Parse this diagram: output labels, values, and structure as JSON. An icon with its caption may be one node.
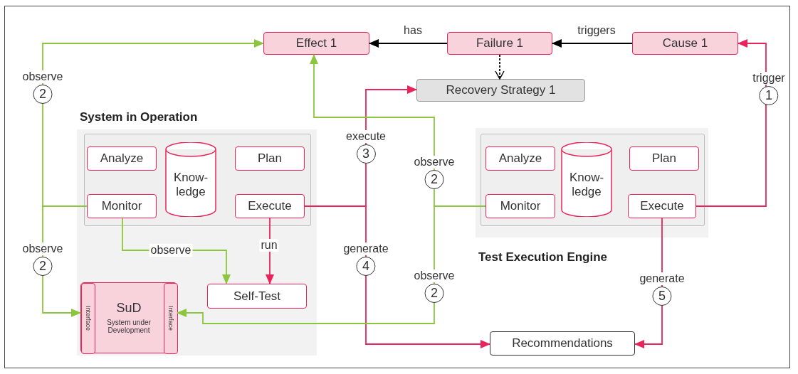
{
  "diagram": {
    "nodes": [
      {
        "text": [
          "Effect 1"
        ]
      },
      {
        "text": [
          "Failure 1"
        ]
      },
      {
        "text": [
          "Cause 1"
        ]
      },
      {
        "text": [
          "Recovery Strategy 1"
        ]
      },
      {
        "text": [
          "System in Operation"
        ]
      },
      {
        "text": [
          "Analyze"
        ],
        "in": 4
      },
      {
        "text": [
          "Know- ledge"
        ],
        "in": 4
      },
      {
        "text": [
          "Plan"
        ],
        "in": 4
      },
      {
        "text": [
          "Monitor"
        ],
        "in": 4
      },
      {
        "text": [
          "Execute"
        ],
        "in": 4
      },
      {
        "text": [
          "Self-Test"
        ],
        "in": 4
      },
      {
        "text": [
          "SuD",
          "System under Development"
        ],
        "in": 4
      },
      {
        "text": [
          "Interface"
        ],
        "in": 11
      },
      {
        "text": [
          "Interface"
        ],
        "in": 11
      },
      {
        "text": [
          "Test Execution Engine"
        ]
      },
      {
        "text": [
          "Analyze"
        ],
        "in": 14
      },
      {
        "text": [
          "Know- ledge"
        ],
        "in": 14
      },
      {
        "text": [
          "Plan"
        ],
        "in": 14
      },
      {
        "text": [
          "Monitor"
        ],
        "in": 14
      },
      {
        "text": [
          "Execute"
        ],
        "in": 14
      },
      {
        "text": [
          "Recommendations"
        ]
      }
    ],
    "edges": [
      {
        "from": 1,
        "to": 0,
        "arrow": "to",
        "label": "has",
        "color": "#000000"
      },
      {
        "from": 2,
        "to": 1,
        "arrow": "to",
        "label": "triggers",
        "color": "#000000"
      },
      {
        "from": 1,
        "to": 3,
        "arrow": "to",
        "style": "dashed",
        "color": "#000000"
      },
      {
        "from": 19,
        "to": 2,
        "arrow": "to",
        "label": "trigger 1",
        "color": "#e8245a"
      },
      {
        "from": 8,
        "to": 0,
        "arrow": "to",
        "label": "observe 2",
        "color": "#8cc63f"
      },
      {
        "from": 8,
        "to": 12,
        "arrow": "to",
        "label": "observe 2",
        "color": "#8cc63f"
      },
      {
        "from": 9,
        "to": 3,
        "arrow": "to",
        "label": "execute 3",
        "color": "#e8245a"
      },
      {
        "from": 9,
        "to": 20,
        "arrow": "to",
        "label": "generate 4",
        "color": "#e8245a"
      },
      {
        "from": 18,
        "to": 0,
        "arrow": "to",
        "label": "observe 2",
        "color": "#8cc63f"
      },
      {
        "from": 18,
        "to": 13,
        "arrow": "to",
        "label": "observe 2",
        "color": "#8cc63f"
      },
      {
        "from": 8,
        "to": 10,
        "arrow": "to",
        "label": "observe",
        "color": "#8cc63f"
      },
      {
        "from": 9,
        "to": 10,
        "arrow": "to",
        "label": "run",
        "color": "#e8245a"
      },
      {
        "from": 19,
        "to": 20,
        "arrow": "to",
        "label": "generate 5",
        "color": "#e8245a"
      }
    ]
  }
}
